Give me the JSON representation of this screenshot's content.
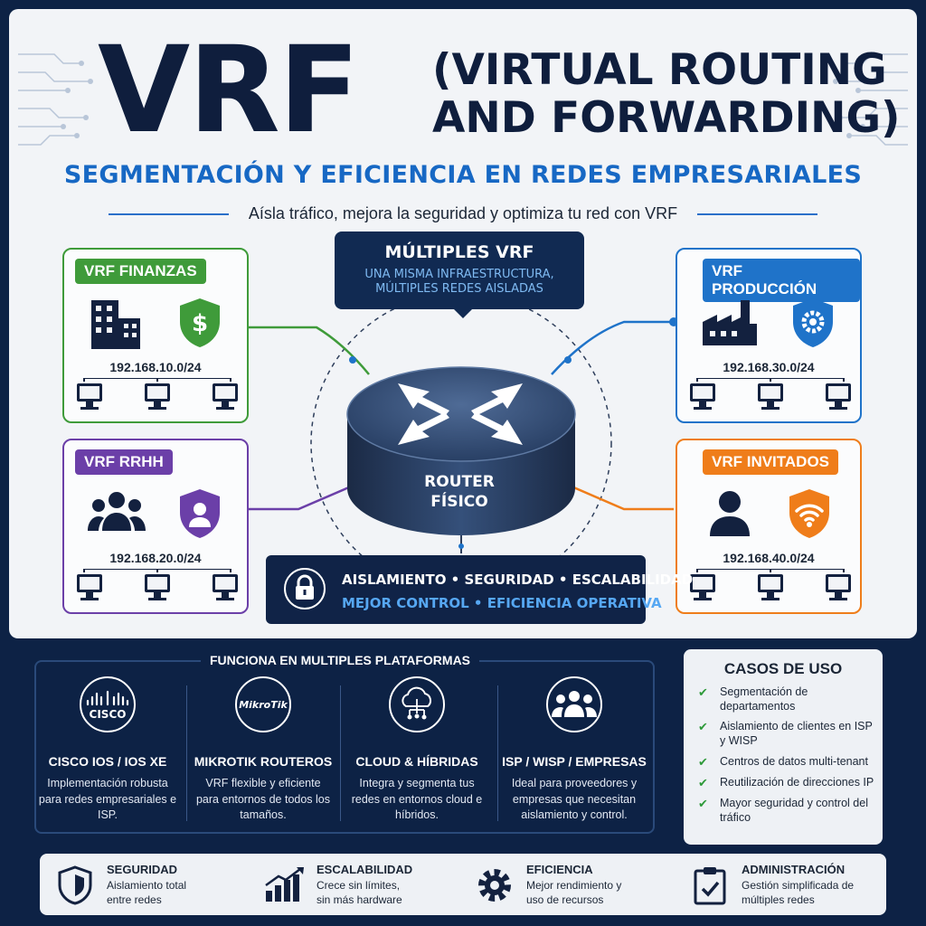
{
  "title": {
    "main": "VRF",
    "paren_line1": "(VIRTUAL ROUTING",
    "paren_line2": "AND FORWARDING)",
    "subtitle": "SEGMENTACIÓN Y EFICIENCIA EN REDES EMPRESARIALES",
    "tagline": "Aísla tráfico, mejora la seguridad y optimiza tu red con VRF"
  },
  "center": {
    "title": "MÚLTIPLES VRF",
    "sub_line1": "UNA MISMA INFRAESTRUCTURA,",
    "sub_line2": "MÚLTIPLES REDES AISLADAS",
    "router_line1": "ROUTER",
    "router_line2": "FÍSICO"
  },
  "vrfs": [
    {
      "label": "VRF FINANZAS",
      "subnet": "192.168.10.0/24",
      "color": "#3f9b3a",
      "icons": [
        "building-icon",
        "dollar-shield-icon"
      ]
    },
    {
      "label": "VRF RRHH",
      "subnet": "192.168.20.0/24",
      "color": "#6b3fa8",
      "icons": [
        "team-icon",
        "user-shield-icon"
      ]
    },
    {
      "label": "VRF PRODUCCIÓN",
      "subnet": "192.168.30.0/24",
      "color": "#1f73c9",
      "icons": [
        "factory-icon",
        "gear-shield-icon"
      ]
    },
    {
      "label": "VRF INVITADOS",
      "subnet": "192.168.40.0/24",
      "color": "#ef7d1a",
      "icons": [
        "guest-user-icon",
        "wifi-shield-icon"
      ]
    }
  ],
  "benefits": {
    "line1": "AISLAMIENTO • SEGURIDAD • ESCALABILIDAD",
    "line2": "MEJOR CONTROL • EFICIENCIA OPERATIVA"
  },
  "platforms": {
    "title": "FUNCIONA EN MULTIPLES PLATAFORMAS",
    "items": [
      {
        "logo_text": "CISCO",
        "name": "CISCO IOS / IOS XE",
        "desc": "Implementación robusta para redes empresariales e ISP."
      },
      {
        "logo_text": "MikroTik",
        "name": "MIKROTIK ROUTEROS",
        "desc": "VRF flexible y eficiente para entornos de todos los tamaños."
      },
      {
        "logo_text": "",
        "name": "CLOUD & HÍBRIDAS",
        "desc": "Integra y segmenta tus redes en entornos cloud e híbridos."
      },
      {
        "logo_text": "",
        "name": "ISP / WISP / EMPRESAS",
        "desc": "Ideal para proveedores y empresas que necesitan aislamiento y control."
      }
    ]
  },
  "casos": {
    "title": "CASOS DE USO",
    "items": [
      "Segmentación de departamentos",
      "Aislamiento de clientes en ISP y WISP",
      "Centros de datos multi-tenant",
      "Reutilización de direcciones IP",
      "Mayor seguridad y control del tráfico"
    ]
  },
  "features": [
    {
      "title": "SEGURIDAD",
      "desc_line1": "Aislamiento total",
      "desc_line2": "entre redes"
    },
    {
      "title": "ESCALABILIDAD",
      "desc_line1": "Crece sin límites,",
      "desc_line2": "sin más hardware"
    },
    {
      "title": "EFICIENCIA",
      "desc_line1": "Mejor rendimiento y",
      "desc_line2": "uso de recursos"
    },
    {
      "title": "ADMINISTRACIÓN",
      "desc_line1": "Gestión simplificada de",
      "desc_line2": "múltiples redes"
    }
  ]
}
